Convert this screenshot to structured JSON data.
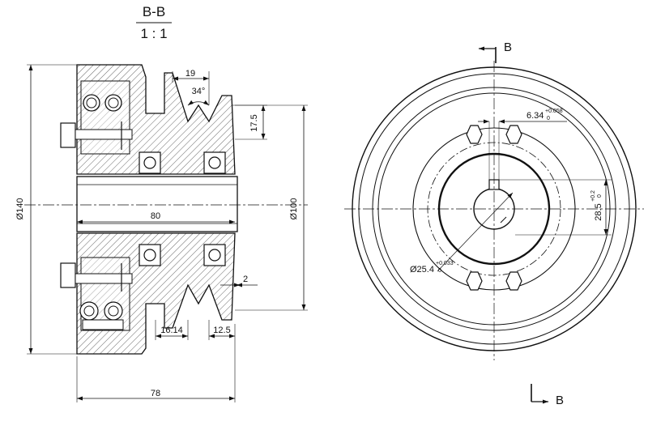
{
  "section_view": {
    "title": "B-B",
    "scale": "1 : 1"
  },
  "dimensions": {
    "d140": "Ø140",
    "d100": "Ø100",
    "w80": "80",
    "w78": "78",
    "w19": "19",
    "angle34": "34°",
    "h17_5": "17.5",
    "w16_14": "16.14",
    "w12_5": "12.5",
    "w2": "2"
  },
  "front_view": {
    "section_mark_top": "B",
    "section_mark_bottom": "B",
    "keyway_width": "6.34",
    "keyway_width_tol_upper": "+0.058",
    "keyway_width_tol_lower": "0",
    "key_depth": "28.5",
    "key_depth_tol_upper": "+0.2",
    "key_depth_tol_lower": "0",
    "bore_diameter": "Ø25.4",
    "bore_tol_upper": "+0.033",
    "bore_tol_lower": "0"
  },
  "colors": {
    "line": "#111111",
    "hatch": "#555555",
    "background": "#ffffff"
  }
}
